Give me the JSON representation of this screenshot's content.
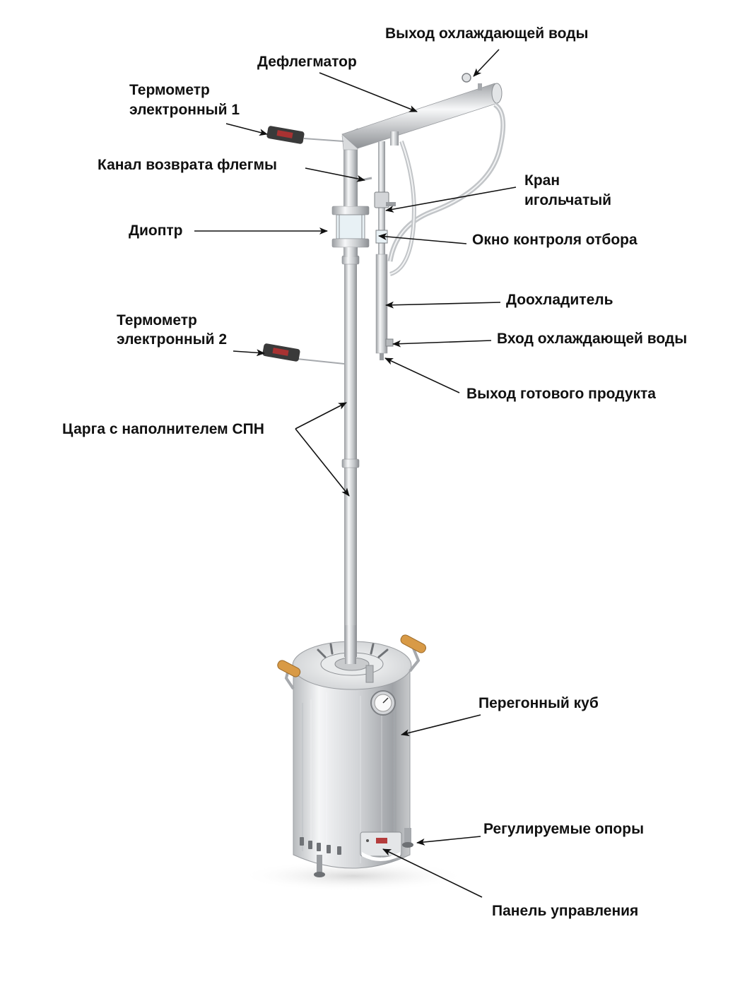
{
  "labels": {
    "cooling_water_out": "Выход охлаждающей воды",
    "dephlegmator": "Дефлегматор",
    "thermometer_1_line1": "Термометр",
    "thermometer_1_line2": "электронный 1",
    "reflux_return": "Канал возврата флегмы",
    "needle_valve_line1": "Кран",
    "needle_valve_line2": "игольчатый",
    "sight_glass": "Диоптр",
    "draw_off_window": "Окно контроля отбора",
    "aftercooler": "Доохладитель",
    "thermometer_2_line1": "Термометр",
    "thermometer_2_line2": "электронный 2",
    "cooling_water_in": "Вход охлаждающей воды",
    "product_outlet": "Выход готового продукта",
    "column_section": "Царга с наполнителем СПН",
    "boiler": "Перегонный куб",
    "adjustable_feet": "Регулируемые опоры",
    "control_panel": "Панель управления"
  },
  "colors": {
    "text": "#111111",
    "leader": "#111111",
    "steel_light": "#f2f3f4",
    "steel_mid": "#c9cbcd",
    "steel_dark": "#8d9094",
    "handle_wood": "#d89a46",
    "thermometer_body": "#3a3a3a",
    "thermometer_accent": "#a83232"
  }
}
